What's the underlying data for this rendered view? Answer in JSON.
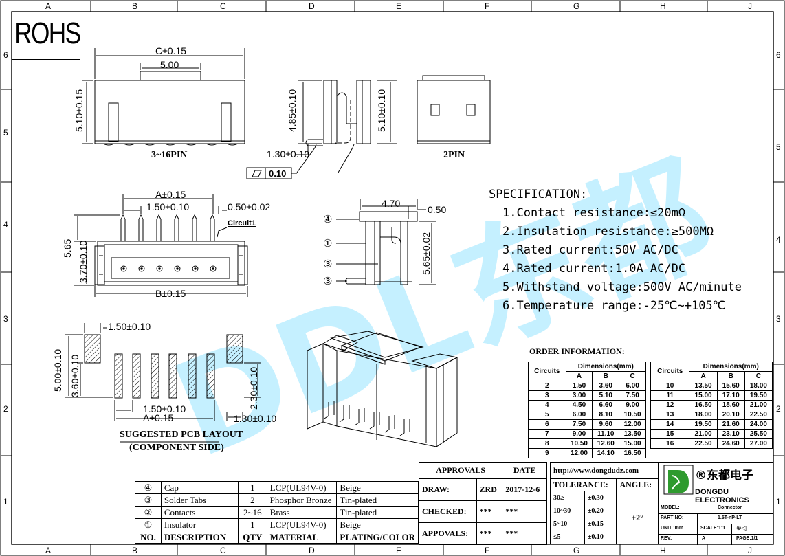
{
  "zones_top": [
    "A",
    "B",
    "C",
    "D",
    "E",
    "F",
    "G",
    "H",
    "J"
  ],
  "zones_side": [
    "6",
    "5",
    "4",
    "3",
    "2",
    "1"
  ],
  "rohs": "ROHS",
  "watermark": "DDL东都",
  "dims": {
    "c_015": "C±0.15",
    "w500": "5.00",
    "h510": "5.10±0.15",
    "label_3_16": "3~16PIN",
    "h485": "4.85±0.10",
    "h510b": "5.10±0.10",
    "d130": "1.30±0.10",
    "flat": "0.10",
    "label_2pin": "2PIN",
    "a_015": "A±0.15",
    "p150": "1.50±0.10",
    "p050": "0.50±0.02",
    "circuit1": "Circuit1",
    "h565": "5.65",
    "h370": "3.70±0.10",
    "b_015": "B±0.15",
    "w470": "4.70",
    "w050": "0.50",
    "h565b": "5.65±0.02",
    "pcb150": "1.50±0.10",
    "pcb500": "5.00±0.10",
    "pcb360": "3.60±0.10",
    "pcb230": "2.30±0.10",
    "pcb150b": "1.50±0.10",
    "pcba": "A±0.15",
    "pcb130": "1.30±0.10",
    "pcb_title": "SUGGESTED PCB LAYOUT",
    "pcb_sub": "(COMPONENT SIDE)",
    "call4": "④",
    "call1": "①",
    "call3a": "③",
    "call3b": "③"
  },
  "spec": {
    "title": "SPECIFICATION:",
    "items": [
      "1.Contact resistance:≤20mΩ",
      "2.Insulation resistance:≥500MΩ",
      "3.Rated current:50V AC/DC",
      "4.Rated current:1.0A AC/DC",
      "5.Withstand voltage:500V AC/minute",
      "6.Temperature range:-25℃~+105℃"
    ]
  },
  "order": {
    "title": "ORDER INFORMATION:",
    "h_circuits": "Circuits",
    "h_dims": "Dimensions(mm)",
    "cols": [
      "A",
      "B",
      "C"
    ],
    "left": [
      [
        "2",
        "1.50",
        "3.60",
        "6.00"
      ],
      [
        "3",
        "3.00",
        "5.10",
        "7.50"
      ],
      [
        "4",
        "4.50",
        "6.60",
        "9.00"
      ],
      [
        "5",
        "6.00",
        "8.10",
        "10.50"
      ],
      [
        "6",
        "7.50",
        "9.60",
        "12.00"
      ],
      [
        "7",
        "9.00",
        "11.10",
        "13.50"
      ],
      [
        "8",
        "10.50",
        "12.60",
        "15.00"
      ],
      [
        "9",
        "12.00",
        "14.10",
        "16.50"
      ]
    ],
    "right": [
      [
        "10",
        "13.50",
        "15.60",
        "18.00"
      ],
      [
        "11",
        "15.00",
        "17.10",
        "19.50"
      ],
      [
        "12",
        "16.50",
        "18.60",
        "21.00"
      ],
      [
        "13",
        "18.00",
        "20.10",
        "22.50"
      ],
      [
        "14",
        "19.50",
        "21.60",
        "24.00"
      ],
      [
        "15",
        "21.00",
        "23.10",
        "25.50"
      ],
      [
        "16",
        "22.50",
        "24.60",
        "27.00"
      ]
    ]
  },
  "bom": {
    "rows": [
      [
        "④",
        "Cap",
        "1",
        "LCP(UL94V-0)",
        "Beige"
      ],
      [
        "③",
        "Solder Tabs",
        "2",
        "Phosphor Bronze",
        "Tin-plated"
      ],
      [
        "②",
        "Contacts",
        "2~16",
        "Brass",
        "Tin-plated"
      ],
      [
        "①",
        "Insulator",
        "1",
        "LCP(UL94V-0)",
        "Beige"
      ]
    ],
    "header": [
      "NO.",
      "DESCRIPTION",
      "QTY",
      "MATERIAL",
      "PLATING/COLOR"
    ]
  },
  "title_block": {
    "approvals": "APPROVALS",
    "date": "DATE",
    "draw": "DRAW:",
    "draw_by": "ZRD",
    "draw_date": "2017-12-6",
    "checked": "CHECKED:",
    "checked_by": "***",
    "checked_date": "***",
    "appr": "APPOVALS:",
    "appr_by": "***",
    "appr_date": "***",
    "url": "http://www.dongdudz.com",
    "tolerance": "TOLERANCE:",
    "angle": "ANGLE:",
    "angle_val": "±2°",
    "tol": [
      [
        "30≥",
        "±0.30"
      ],
      [
        "10~30",
        "±0.20"
      ],
      [
        "5~10",
        "±0.15"
      ],
      [
        "≤5",
        "±0.10"
      ]
    ],
    "company_cn": "®东都电子",
    "company_en": "DONGDU ELECTRONICS",
    "model_k": "MODEL:",
    "model_v": "Connector",
    "part_k": "PART NO:",
    "part_v": "1.5T-nP-LT",
    "unit_k": "UNIT :mm",
    "scale_k": "SCALE:1:1",
    "rev_k": "REV:",
    "rev_v": "A",
    "page": "PAGE:1/1"
  },
  "colors": {
    "watermark": "#7fe0ff",
    "logo_green": "#2e9a2e"
  }
}
